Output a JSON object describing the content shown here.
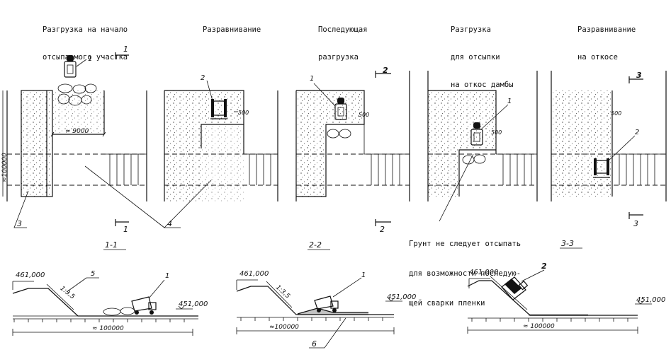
{
  "captions": [
    {
      "lines": [
        "Разгрузка на начало",
        "отсыпаемого участка"
      ]
    },
    {
      "lines": [
        "Разравнивание"
      ]
    },
    {
      "lines": [
        "Последующая",
        "разгрузка"
      ]
    },
    {
      "lines": [
        "Разгрузка",
        "для отсыпки",
        "на откос дамбы"
      ]
    },
    {
      "lines": [
        "Разравнивание",
        "на откосе"
      ]
    }
  ],
  "note": {
    "lines": [
      "Грунт не следует отсыпать",
      "для возможности последую-",
      "щей сварки пленки"
    ]
  },
  "section_labels": {
    "s11": "1-1",
    "s22": "2-2",
    "s33": "3-3"
  },
  "cut_marks": {
    "c1": "1",
    "c2": "2",
    "c3": "3"
  },
  "callouts": {
    "n1": "1",
    "n2": "2",
    "n3": "3",
    "n4": "4",
    "n5": "5",
    "n6": "6"
  },
  "dimensions": {
    "plan_height": "≈100000",
    "plan_width": "≈ 9000",
    "offset": "500",
    "span": "≈ 100000",
    "span_b": "≈100000",
    "span_c": "≈ 100000"
  },
  "elevations": {
    "top": "461,000",
    "bottom": "451,000"
  },
  "slope": "1:3,5"
}
